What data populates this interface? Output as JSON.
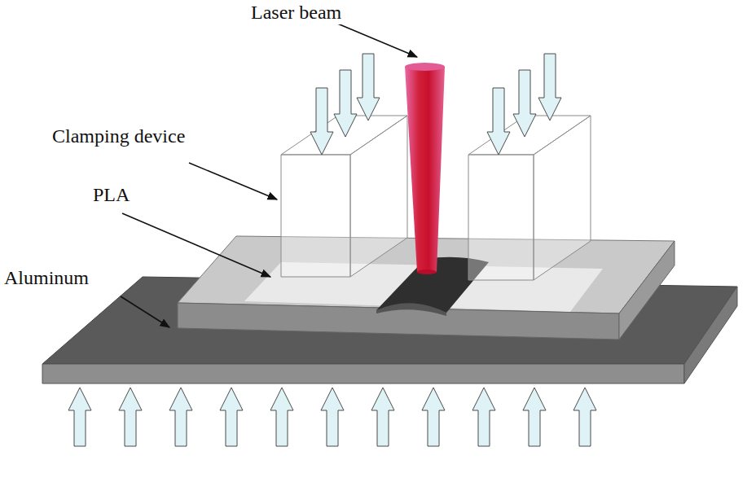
{
  "diagram": {
    "labels": [
      "Laser beam",
      "Clamping device",
      "PLA",
      "Aluminum"
    ]
  }
}
